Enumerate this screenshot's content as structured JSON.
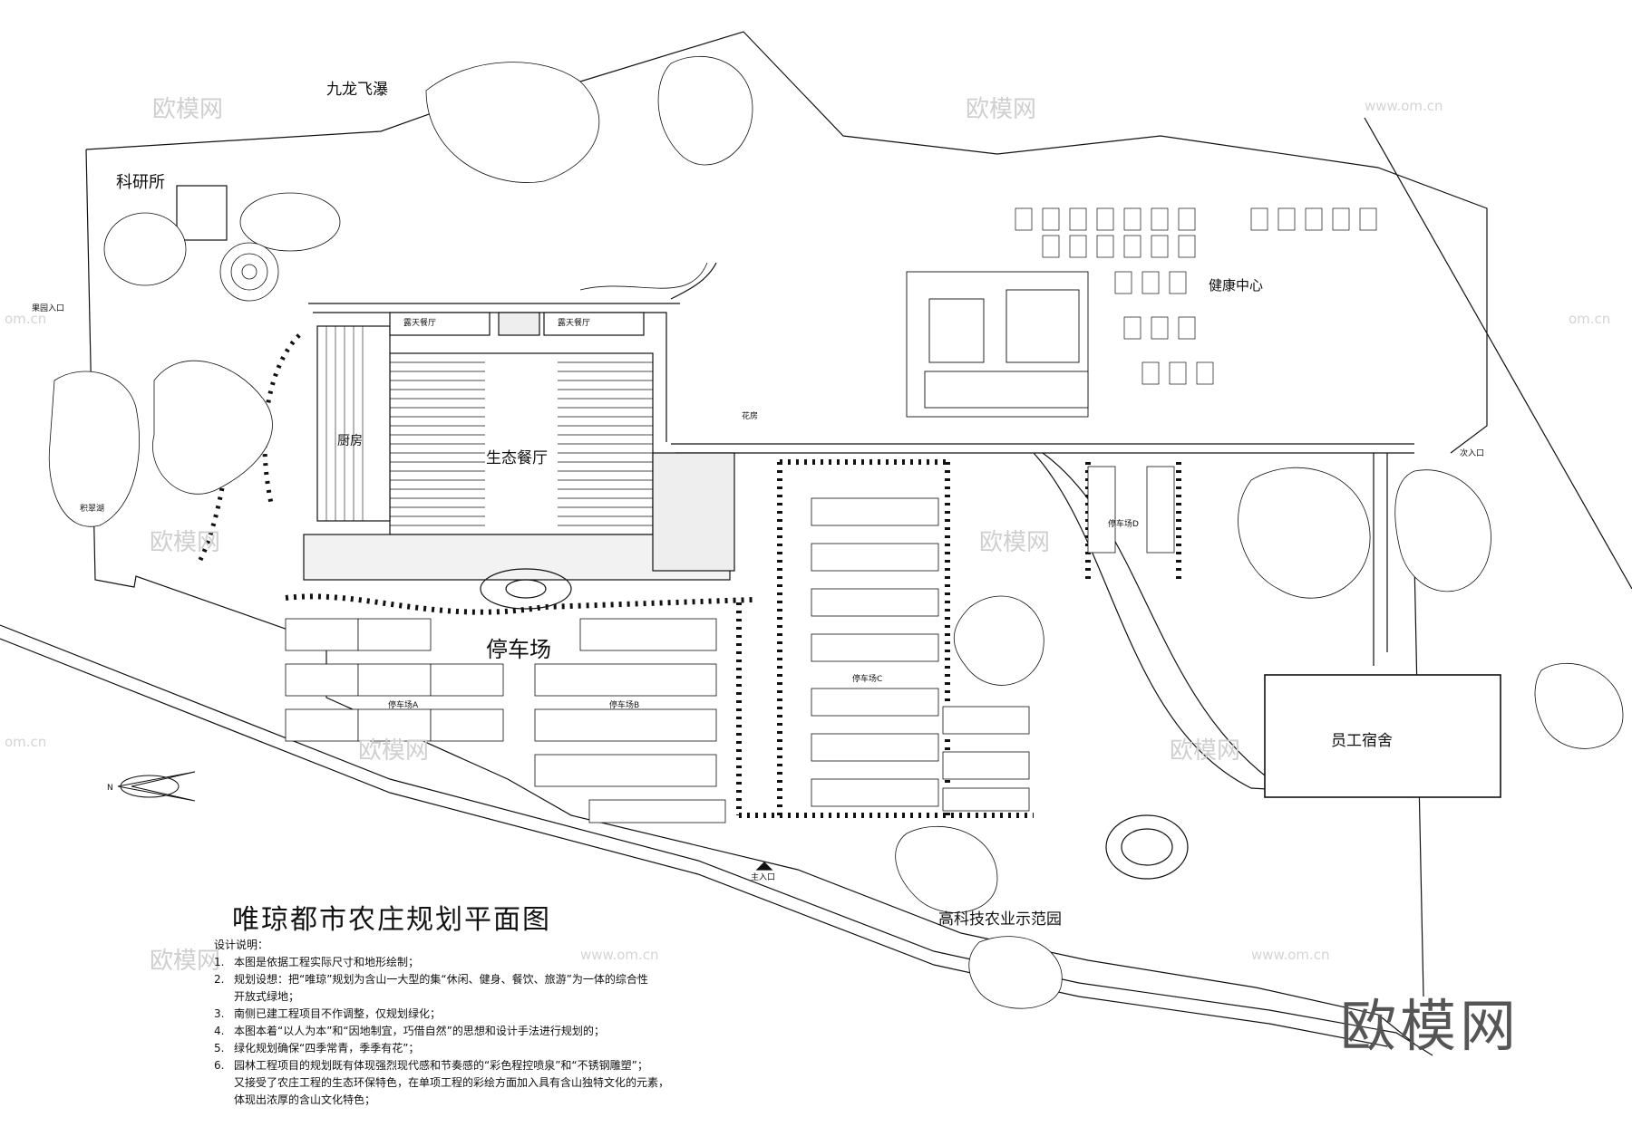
{
  "title": "唯琼都市农庄规划平面图",
  "labels": {
    "jiulong": "九龙飞瀑",
    "keyansuo": "科研所",
    "guoyuan_entrance": "果园入口",
    "jicuihu": "积翠湖",
    "lutian_1": "露天餐厅",
    "lutian_2": "露天餐厅",
    "chufang": "厨房",
    "shengtai": "生态餐厅",
    "tingchechang": "停车场",
    "lot_a": "停车场A",
    "lot_b": "停车场B",
    "lot_c": "停车场C",
    "lot_d": "停车场D",
    "huafang": "花房",
    "jiankang": "健康中心",
    "ci_entrance": "次入口",
    "yuangong": "员工宿舍",
    "zhu_entrance": "主入口",
    "gaokeji": "高科技农业示范园",
    "north": "N"
  },
  "notes": {
    "heading": "设计说明：",
    "items": [
      {
        "num": "1.",
        "text": "本图是依据工程实际尺寸和地形绘制；"
      },
      {
        "num": "2.",
        "text": "规划设想：把“唯琼”规划为含山一大型的集“休闲、健身、餐饮、旅游”为一体的综合性",
        "cont": "开放式绿地；"
      },
      {
        "num": "3.",
        "text": "南侧已建工程项目不作调整，仅规划绿化；"
      },
      {
        "num": "4.",
        "text": "本图本着“以人为本”和“因地制宜，巧借自然”的思想和设计手法进行规划的；"
      },
      {
        "num": "5.",
        "text": "绿化规划确保“四季常青，季季有花”；"
      },
      {
        "num": "6.",
        "text": "园林工程项目的规划既有体现强烈现代感和节奏感的“彩色程控喷泉”和“不锈钢雕塑”；",
        "cont": "又接受了农庄工程的生态环保特色，在单项工程的彩绘方面加入具有含山独特文化的元素，",
        "cont2": "体现出浓厚的含山文化特色；"
      }
    ]
  },
  "watermarks": {
    "brand": "欧模网",
    "url": "www.om.cn",
    "url_short": "om.cn"
  },
  "colors": {
    "line": "#111111",
    "background": "#ffffff",
    "watermark": "#cfcfcf"
  }
}
